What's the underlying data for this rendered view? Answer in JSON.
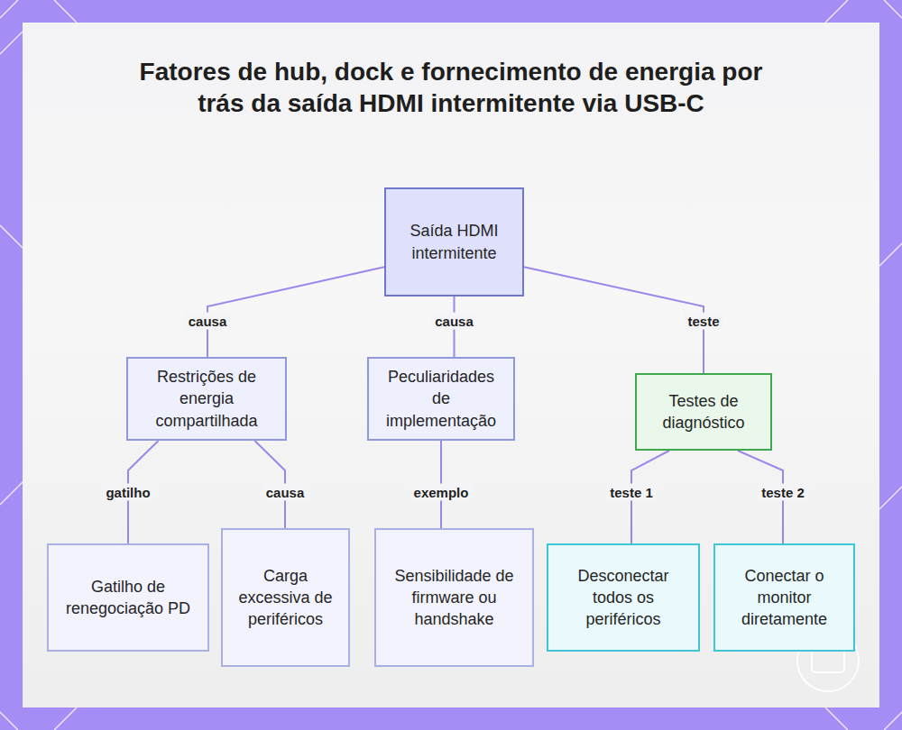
{
  "diagram": {
    "title": "Fatores de hub, dock e fornecimento de energia por trás da saída HDMI intermitente via USB-C",
    "nodes": [
      {
        "text": [
          "Saída HDMI intermitente"
        ]
      },
      {
        "text": [
          "Restrições de energia compartilhada"
        ]
      },
      {
        "text": [
          "Peculiaridades de implementação"
        ]
      },
      {
        "text": [
          "Testes de diagnóstico"
        ]
      },
      {
        "text": [
          "Gatilho de renegociação PD"
        ]
      },
      {
        "text": [
          "Carga excessiva de periféricos"
        ]
      },
      {
        "text": [
          "Sensibilidade de firmware ou handshake"
        ]
      },
      {
        "text": [
          "Desconectar todos os periféricos"
        ]
      },
      {
        "text": [
          "Conectar o monitor diretamente"
        ]
      }
    ],
    "edges": [
      {
        "from": 0,
        "to": 1,
        "label": "causa",
        "arrow": "none"
      },
      {
        "from": 0,
        "to": 2,
        "label": "causa",
        "arrow": "none"
      },
      {
        "from": 0,
        "to": 3,
        "label": "teste",
        "arrow": "none"
      },
      {
        "from": 1,
        "to": 4,
        "label": "gatilho",
        "arrow": "none"
      },
      {
        "from": 1,
        "to": 5,
        "label": "causa",
        "arrow": "none"
      },
      {
        "from": 2,
        "to": 6,
        "label": "exemplo",
        "arrow": "none"
      },
      {
        "from": 3,
        "to": 7,
        "label": "teste 1",
        "arrow": "none"
      },
      {
        "from": 3,
        "to": 8,
        "label": "teste 2",
        "arrow": "none"
      }
    ]
  }
}
